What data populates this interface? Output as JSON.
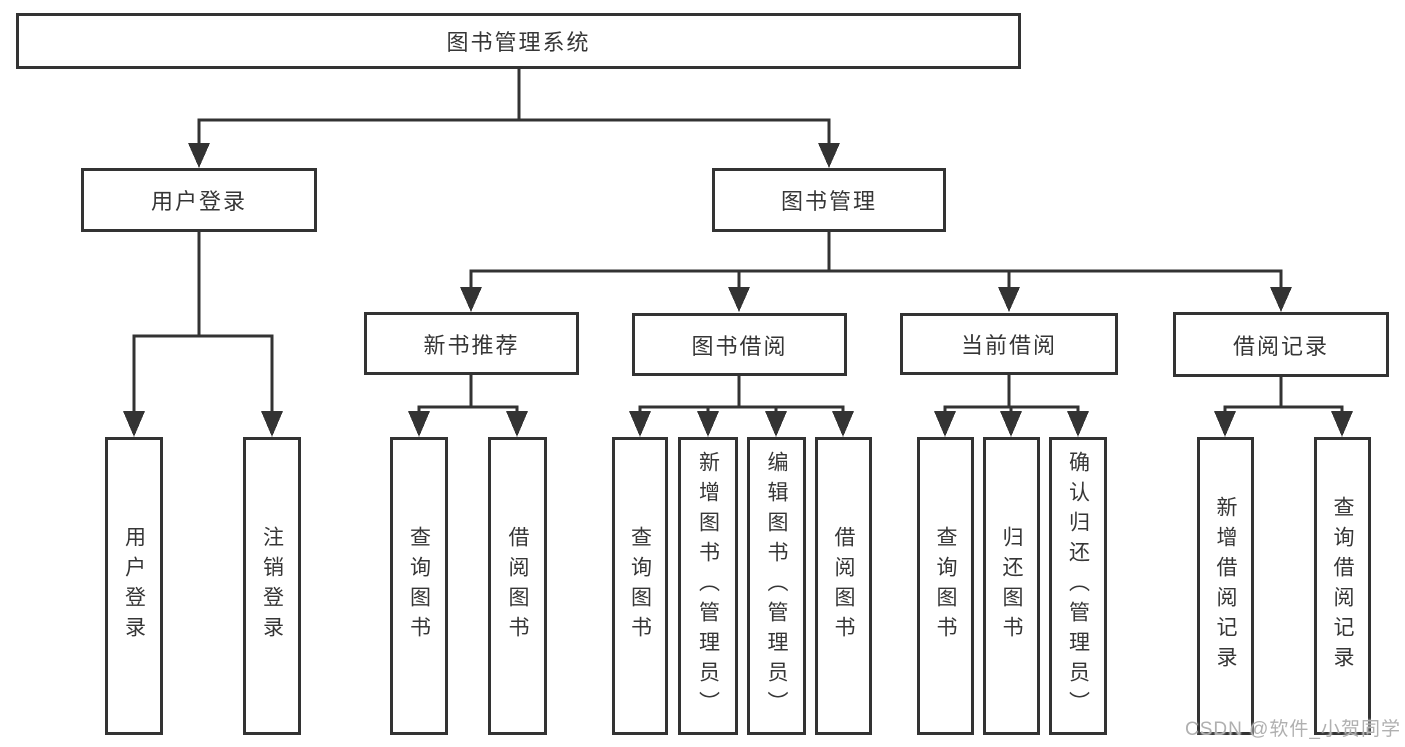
{
  "watermark": "CSDN @软件_小贺同学",
  "colors": {
    "line": "#333333",
    "watermark": "#b0b0b0"
  },
  "tree": {
    "root": "图书管理系统",
    "branches": [
      {
        "label": "用户登录",
        "children": [
          "用户登录",
          "注销登录"
        ]
      },
      {
        "label": "图书管理",
        "groups": [
          {
            "label": "新书推荐",
            "children": [
              "查询图书",
              "借阅图书"
            ]
          },
          {
            "label": "图书借阅",
            "children": [
              "查询图书",
              "新增图书（管理员）",
              "编辑图书（管理员）",
              "借阅图书"
            ]
          },
          {
            "label": "当前借阅",
            "children": [
              "查询图书",
              "归还图书",
              "确认归还（管理员）"
            ]
          },
          {
            "label": "借阅记录",
            "children": [
              "新增借阅记录",
              "查询借阅记录"
            ]
          }
        ]
      }
    ]
  }
}
